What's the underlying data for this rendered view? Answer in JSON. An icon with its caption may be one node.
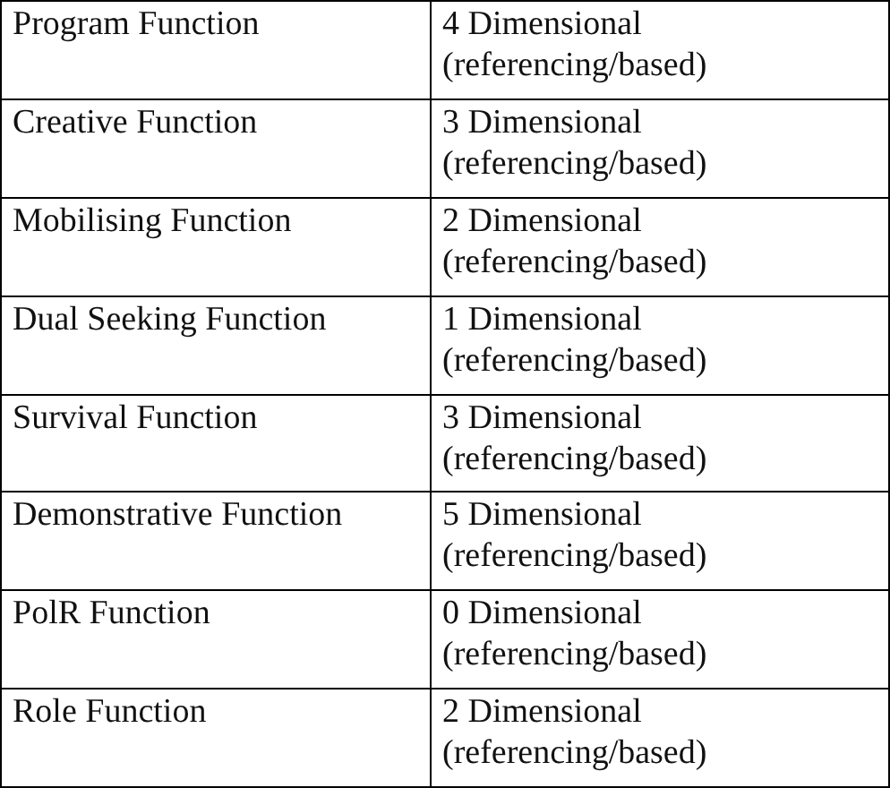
{
  "diagram": {
    "labels": [
      "Program Function",
      "4 Dimensional (referencing/based)",
      "Creative Function",
      "3 Dimensional (referencing/based)",
      "Mobilising Function",
      "2 Dimensional (referencing/based)",
      "Dual Seeking Function",
      "1 Dimensional (referencing/based)",
      "Survival Function",
      "3 Dimensional (referencing/based)",
      "Demonstrative Function",
      "5 Dimensional (referencing/based)",
      "PolR Function",
      "0 Dimensional (referencing/based)",
      "Role Function",
      "2 Dimensional (referencing/based)"
    ]
  }
}
